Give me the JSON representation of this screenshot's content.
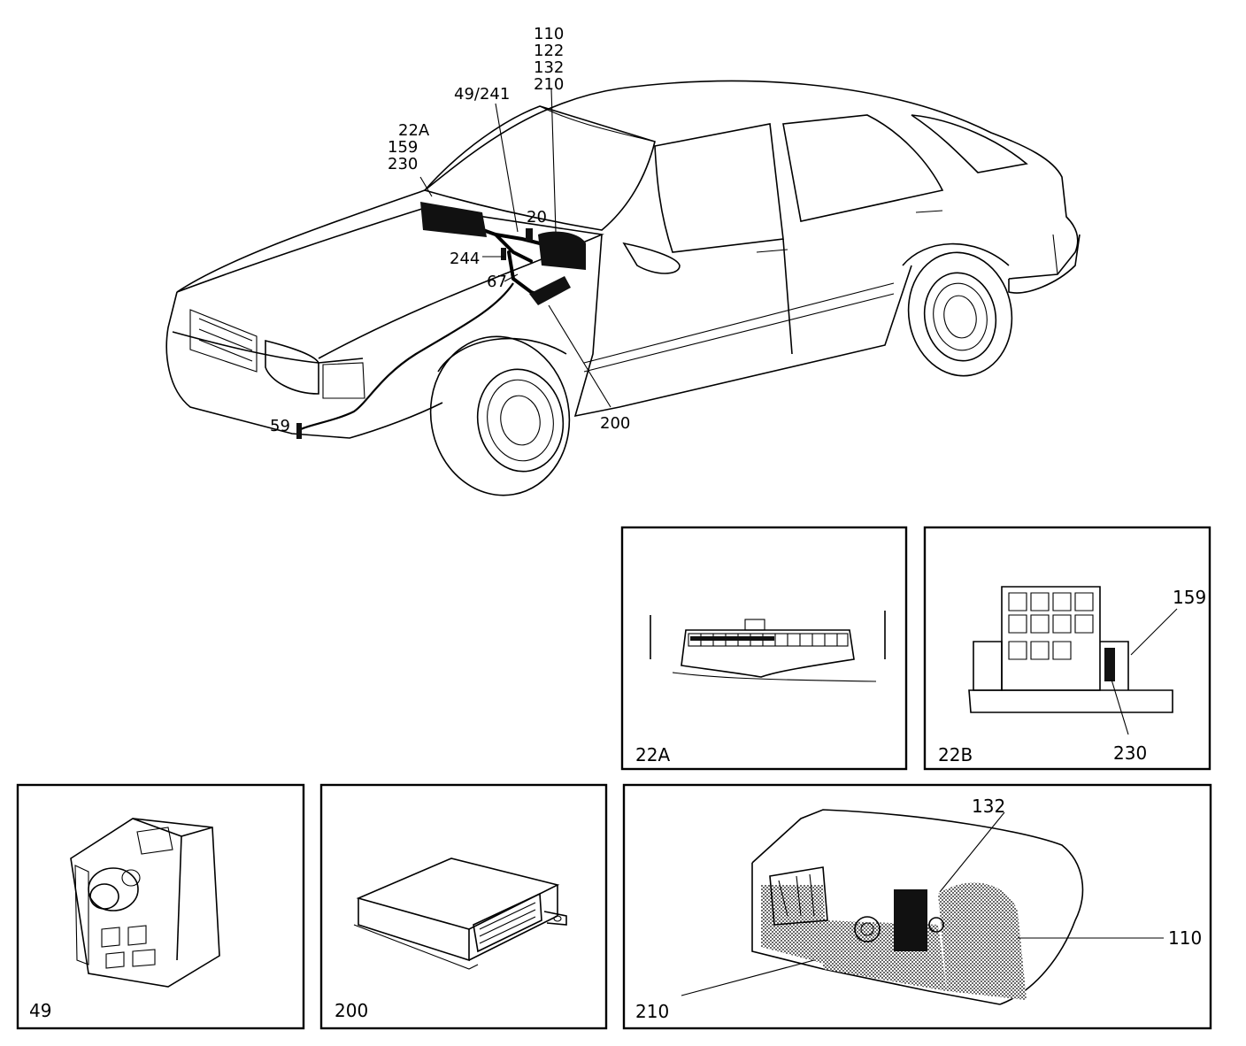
{
  "main_labels": {
    "l110": "110",
    "l122": "122",
    "l132": "132",
    "l210": "210",
    "l49_241": "49/241",
    "l22A": "22A",
    "l159": "159",
    "l230": "230",
    "l20": "20",
    "l244": "244",
    "l67": "67",
    "l200": "200",
    "l59": "59"
  },
  "panels": {
    "p22A": {
      "title": "22A"
    },
    "p22B": {
      "title": "22B",
      "callouts": [
        "159",
        "230"
      ]
    },
    "p49": {
      "title": "49"
    },
    "p200": {
      "title": "200"
    },
    "p210": {
      "title": "210",
      "callouts": [
        "132",
        "110"
      ]
    }
  }
}
